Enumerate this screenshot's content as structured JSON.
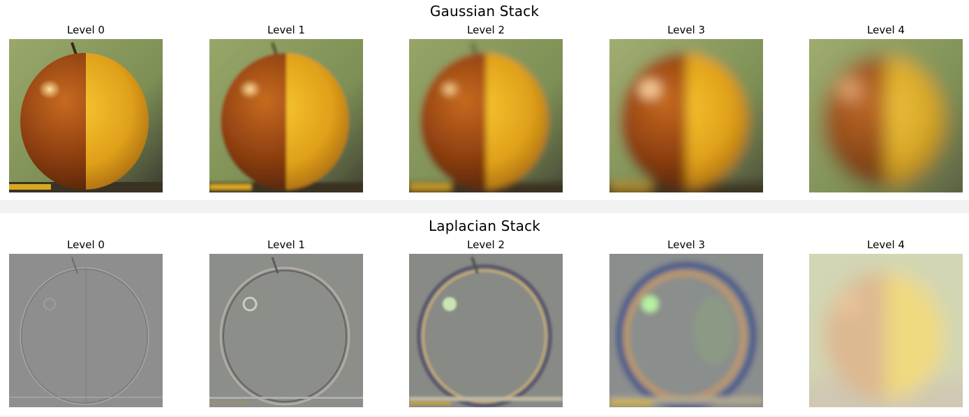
{
  "gaussian": {
    "title": "Gaussian Stack",
    "levels": [
      {
        "label": "Level 0",
        "blur": 0.0
      },
      {
        "label": "Level 1",
        "blur": 2.0
      },
      {
        "label": "Level 2",
        "blur": 4.5
      },
      {
        "label": "Level 3",
        "blur": 8.0
      },
      {
        "label": "Level 4",
        "blur": 13.0
      }
    ]
  },
  "laplacian": {
    "title": "Laplacian Stack",
    "levels": [
      {
        "label": "Level 0"
      },
      {
        "label": "Level 1"
      },
      {
        "label": "Level 2"
      },
      {
        "label": "Level 3"
      },
      {
        "label": "Level 4"
      }
    ]
  },
  "colors": {
    "apple": "#9c4a10",
    "orange": "#f0b020",
    "background_green": "#8a9c5a",
    "laplacian_gray": "#8c8c8c"
  }
}
